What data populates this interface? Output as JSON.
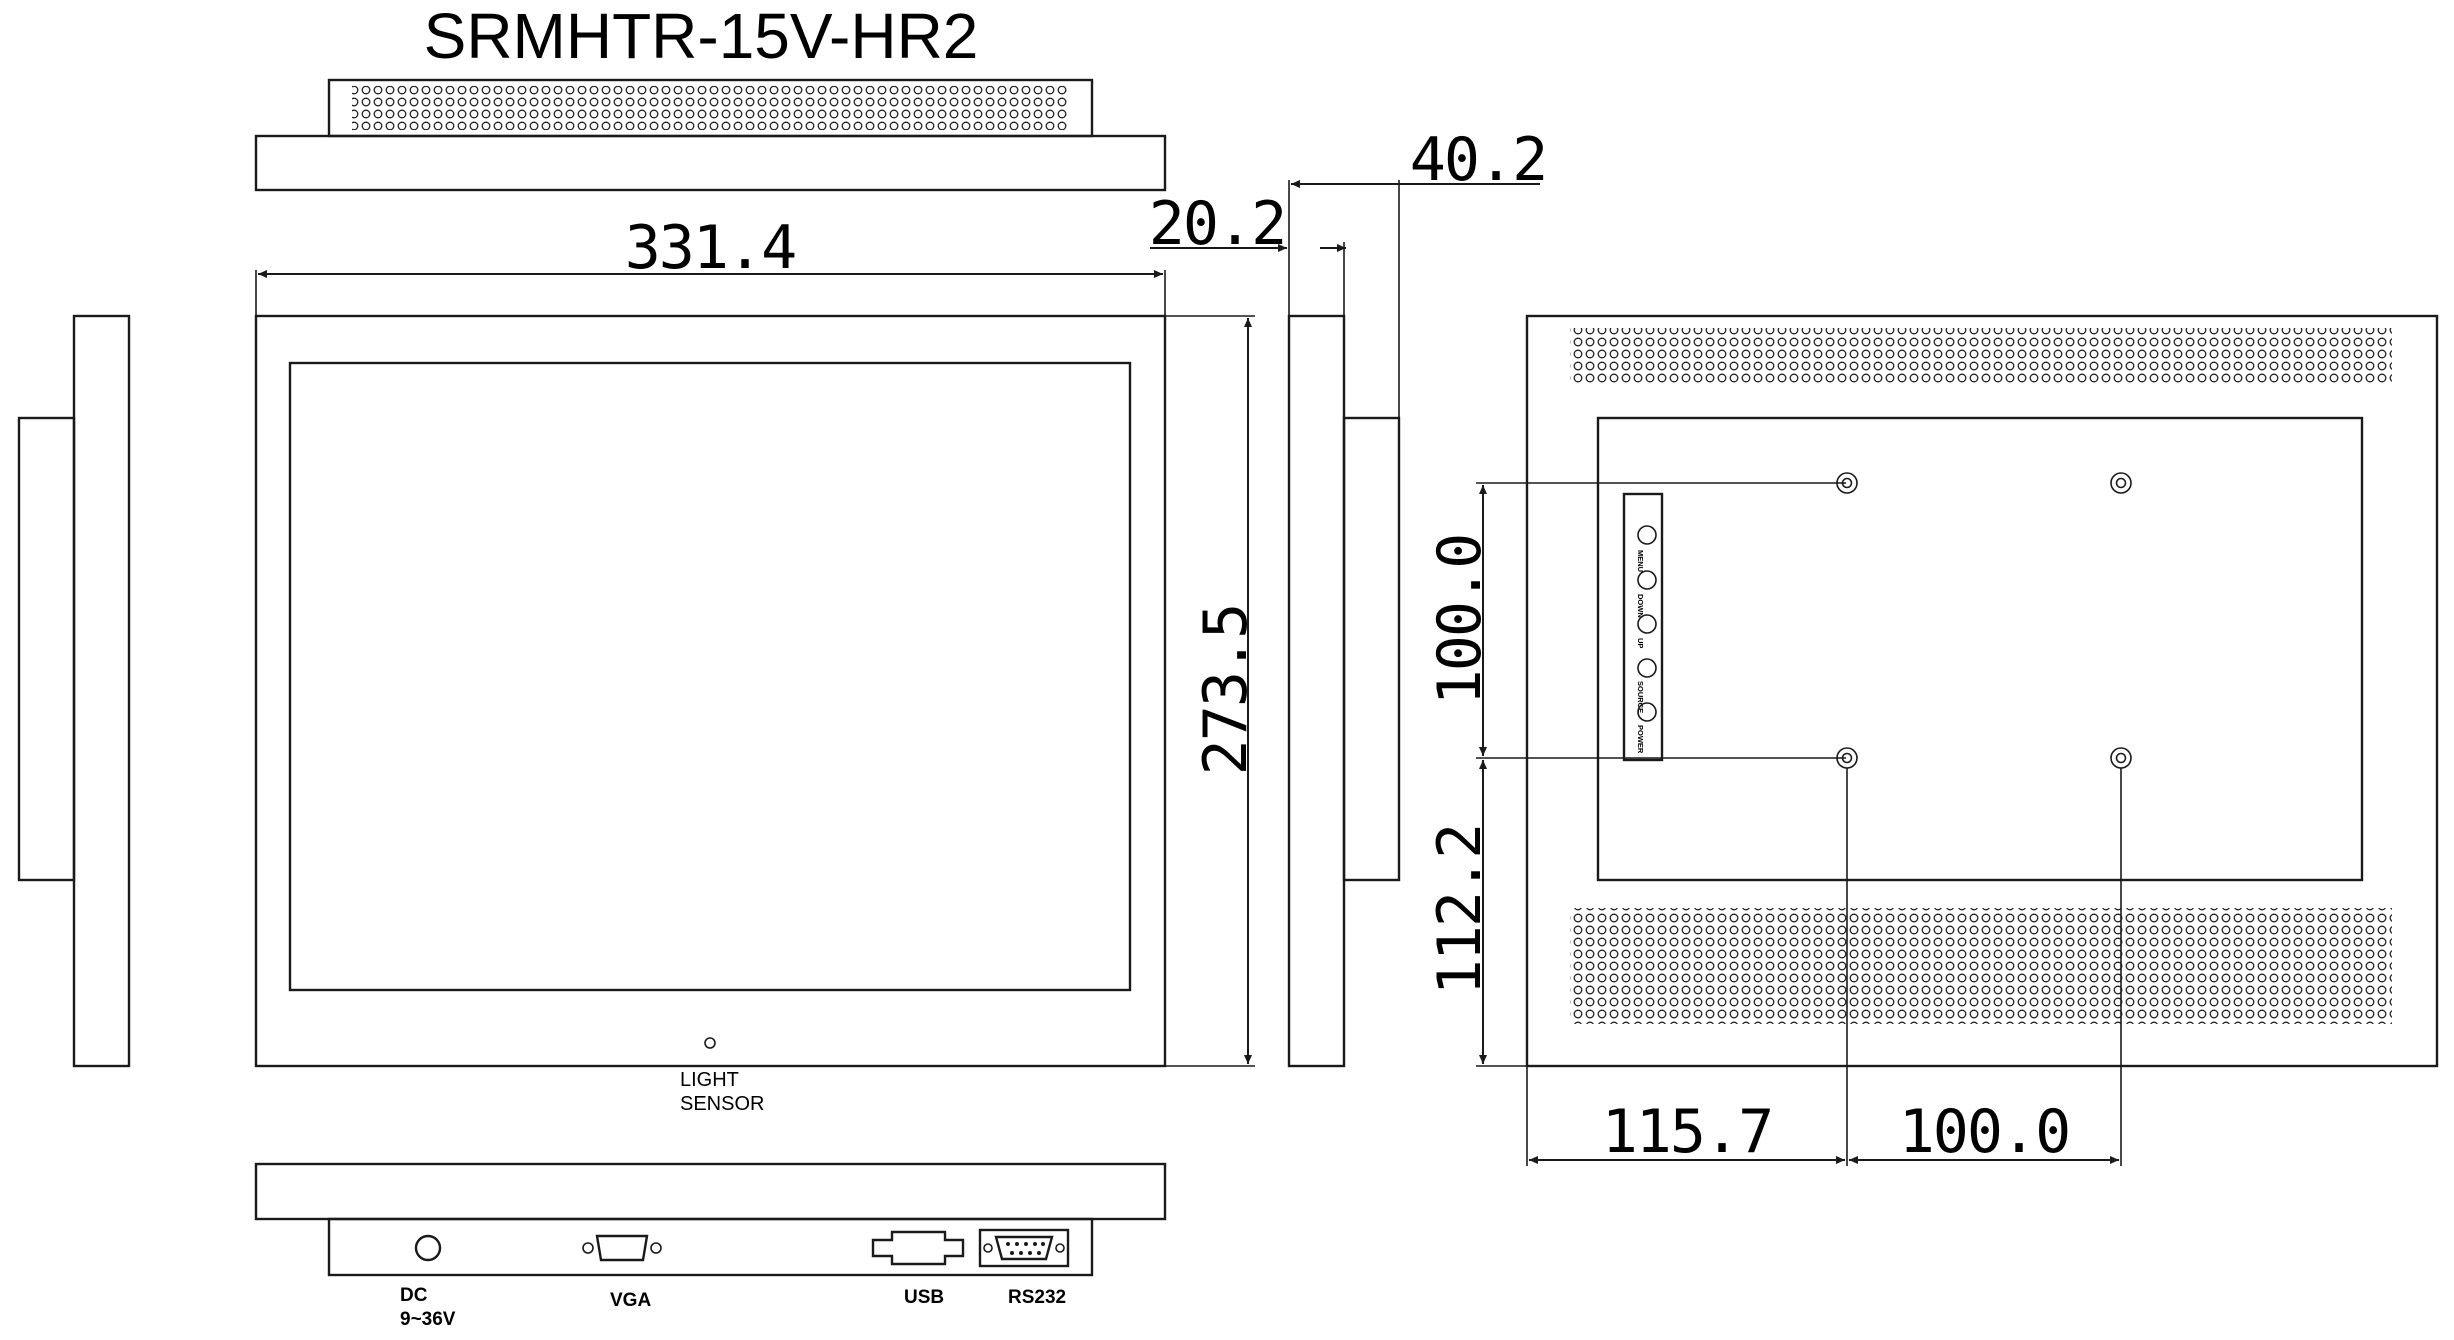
{
  "title": "SRMHTR-15V-HR2",
  "dimensions": {
    "width": "331.4",
    "height": "273.5",
    "depth_total": "40.2",
    "depth_bezel": "20.2",
    "vesa_vertical": "100.0",
    "bottom_offset": "112.2",
    "side_offset": "115.7",
    "vesa_horizontal": "100.0"
  },
  "labels": {
    "light_sensor_line1": "LIGHT",
    "light_sensor_line2": "SENSOR",
    "dc_line1": "DC",
    "dc_line2": "9~36V",
    "vga": "VGA",
    "usb": "USB",
    "rs232": "RS232"
  },
  "buttons": [
    "MENU",
    "DOWN",
    "UP",
    "SOURCE",
    "POWER"
  ]
}
